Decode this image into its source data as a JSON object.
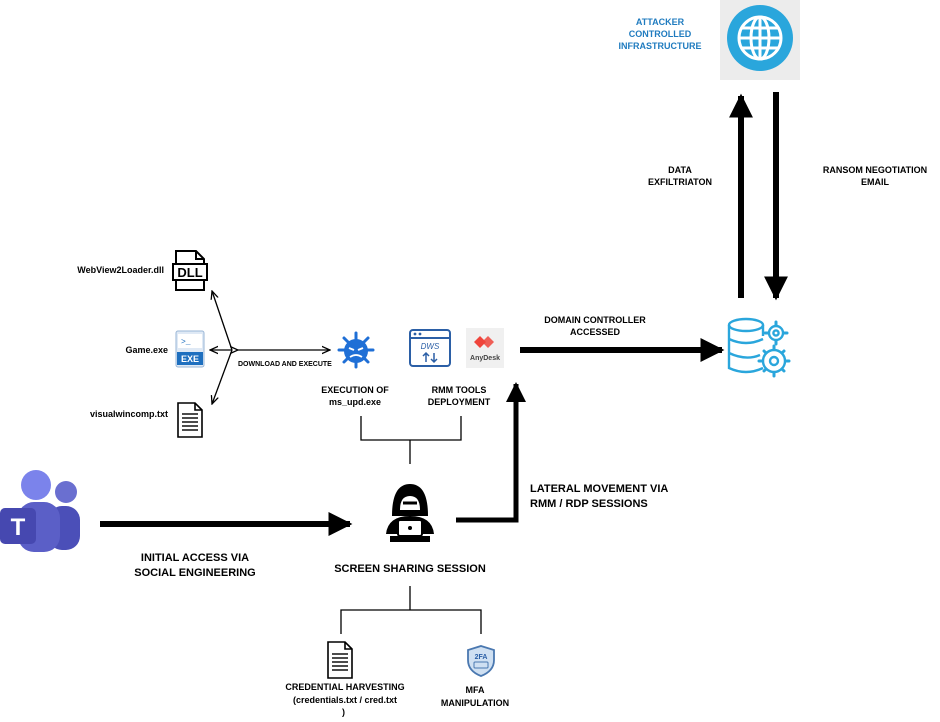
{
  "infrastructure": {
    "label_lines": [
      "ATTACKER",
      "CONTROLLED",
      "INFRASTRUCTURE"
    ],
    "label_color": "#1f7bbf",
    "icon": "globe-icon",
    "icon_color": "#2aa6dc"
  },
  "data_exfiltration": {
    "label_lines": [
      "DATA",
      "EXFILTRIATON"
    ]
  },
  "ransom_negotiation": {
    "label_lines": [
      "RANSOM NEGOTIATION",
      "EMAIL"
    ]
  },
  "files": {
    "dll": {
      "name": "WebView2Loader.dll",
      "icon": "dll-file-icon",
      "icon_text": "DLL"
    },
    "exe": {
      "name": "Game.exe",
      "icon": "exe-file-icon",
      "icon_text": "EXE",
      "icon_color": "#1e6fbf"
    },
    "txt": {
      "name": "visualwincomp.txt",
      "icon": "text-file-icon"
    }
  },
  "download_execute": {
    "label": "DOWNLOAD AND EXECUTE"
  },
  "malware": {
    "icon": "virus-icon",
    "icon_color": "#1f6fd6",
    "label_lines": [
      "EXECUTION OF",
      "ms_upd.exe"
    ]
  },
  "rmm_tools": {
    "icon": "rmm-window-icon",
    "icon_color": "#2b5fa6",
    "icon_text": "DWS",
    "label_lines": [
      "RMM TOOLS",
      "DEPLOYMENT"
    ]
  },
  "anydesk": {
    "icon": "anydesk-icon",
    "label": "AnyDesk",
    "icon_color": "#ef443b"
  },
  "domain_controller": {
    "label_lines": [
      "DOMAIN CONTROLLER",
      "ACCESSED"
    ],
    "icon": "database-gear-icon",
    "icon_color": "#2aa6dc"
  },
  "teams": {
    "icon": "microsoft-teams-icon",
    "icon_text": "T",
    "icon_color": "#5b5fc7"
  },
  "initial_access": {
    "label_lines": [
      "INITIAL ACCESS VIA",
      "SOCIAL ENGINEERING"
    ]
  },
  "hacker": {
    "icon": "hacker-icon",
    "label": "SCREEN SHARING SESSION"
  },
  "lateral_movement": {
    "label_lines": [
      "LATERAL MOVEMENT VIA",
      "RMM / RDP SESSIONS"
    ]
  },
  "credential_harvesting": {
    "icon": "document-icon",
    "label_lines": [
      "CREDENTIAL HARVESTING",
      "(credentials.txt / cred.txt",
      ")"
    ]
  },
  "mfa": {
    "icon": "2fa-shield-icon",
    "icon_text": "2FA",
    "icon_color": "#4a78b0",
    "label_lines": [
      "MFA",
      "MANIPULATION"
    ]
  }
}
